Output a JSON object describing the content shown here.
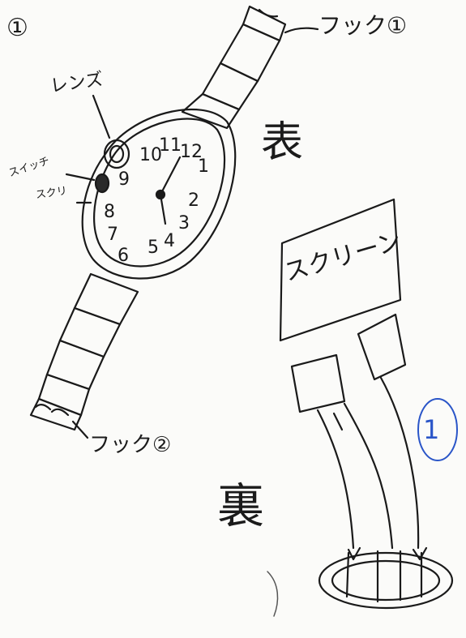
{
  "labels": {
    "page_number": "①",
    "lens": "レンズ",
    "switch": "スイッチ",
    "sukuri": "スクリ",
    "hook1": "フック①",
    "hook2": "フック②",
    "front": "表",
    "back": "裏",
    "screen": "スクリーン",
    "circle_one": "1"
  },
  "watch_face": {
    "numbers": [
      "12",
      "1",
      "2",
      "3",
      "4",
      "5",
      "6",
      "7",
      "8",
      "9",
      "10",
      "11"
    ]
  },
  "colors": {
    "ink": "#1a1a1a",
    "blue_ink": "#2a55c8",
    "paper": "#fbfbf9"
  }
}
